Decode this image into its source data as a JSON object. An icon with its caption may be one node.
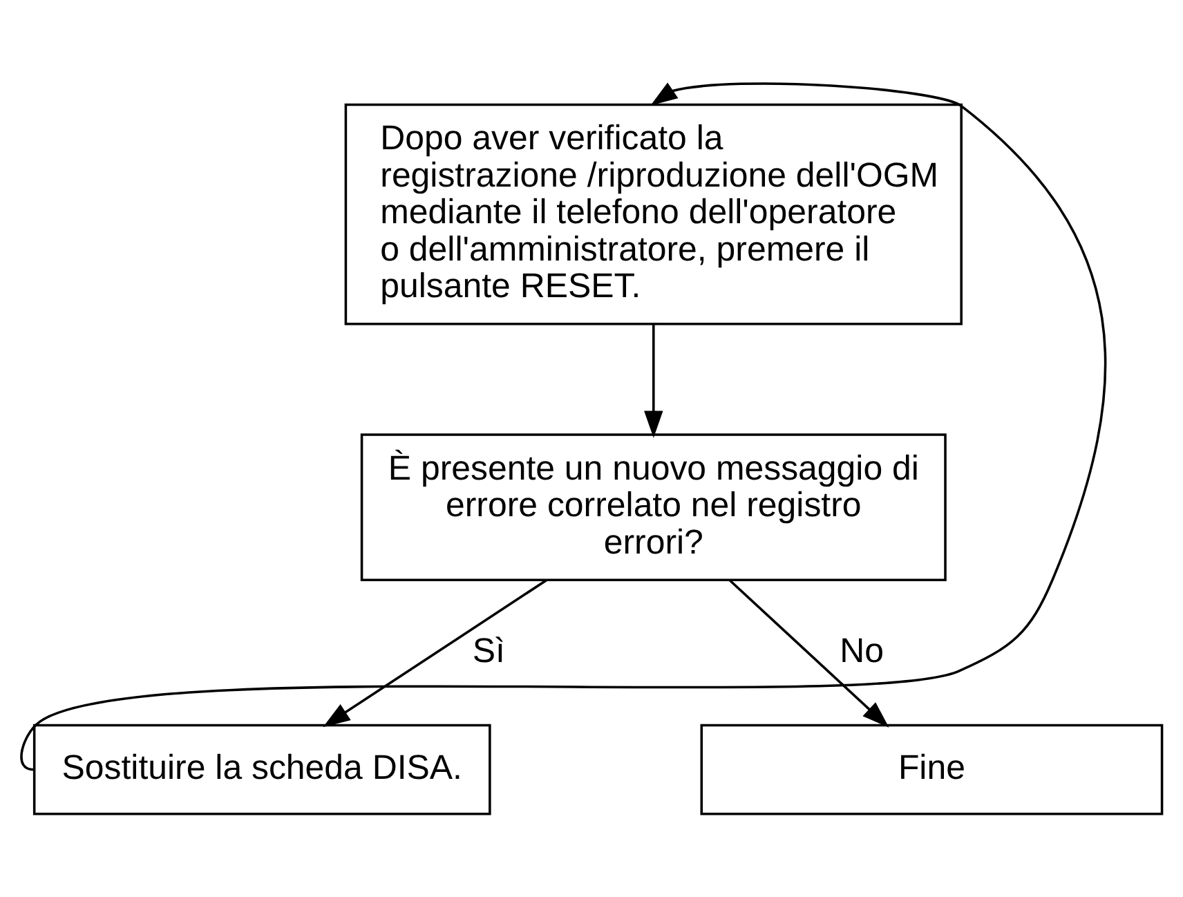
{
  "diagram": {
    "nodes": [
      {
        "text": [
          "Dopo aver verificato la registrazione /riproduzione dell'OGM mediante il telefono dell'operatore o dell'amministratore, premere il pulsante RESET."
        ]
      },
      {
        "text": [
          "È presente un nuovo messaggio di errore correlato nel registro errori?"
        ]
      },
      {
        "text": [
          "Sostituire la scheda DISA."
        ]
      },
      {
        "text": [
          "Fine"
        ]
      }
    ],
    "edges": [
      {
        "from": 2,
        "to": 0,
        "arrow": "to"
      },
      {
        "from": 0,
        "to": 1,
        "arrow": "to"
      },
      {
        "from": 1,
        "to": 2,
        "arrow": "to",
        "label": "Sì"
      },
      {
        "from": 1,
        "to": 3,
        "arrow": "to",
        "label": "No"
      }
    ]
  }
}
